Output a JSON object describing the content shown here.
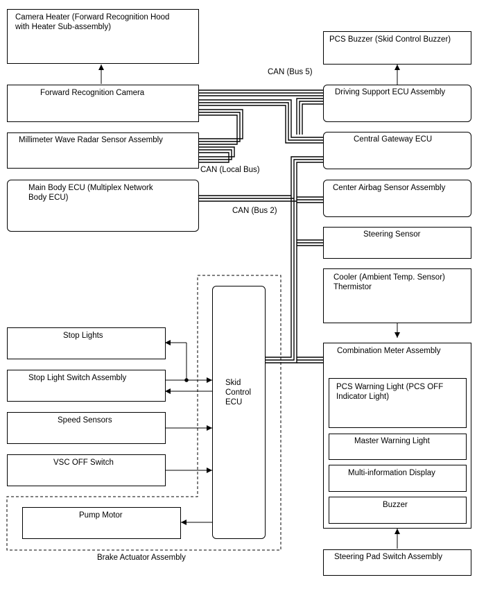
{
  "boxes": {
    "camera_heater": "Camera Heater (Forward Recognition Hood\nwith Heater Sub-assembly)",
    "forward_camera": "Forward Recognition Camera",
    "mmw_radar": "Millimeter Wave Radar Sensor Assembly",
    "main_body_ecu": "Main Body ECU (Multiplex Network\nBody ECU)",
    "pcs_buzzer": "PCS Buzzer (Skid Control Buzzer)",
    "driving_support_ecu": "Driving Support ECU Assembly",
    "central_gateway": "Central Gateway ECU",
    "center_airbag": "Center Airbag Sensor Assembly",
    "steering_sensor": "Steering Sensor",
    "cooler_thermistor": "Cooler (Ambient Temp. Sensor)\nThermistor",
    "combination_meter": "Combination Meter Assembly",
    "pcs_warning_light": "PCS Warning Light (PCS OFF\nIndicator Light)",
    "master_warning_light": "Master Warning Light",
    "multi_info_display": "Multi-information Display",
    "buzzer": "Buzzer",
    "steering_pad_switch": "Steering Pad Switch Assembly",
    "stop_lights": "Stop Lights",
    "stop_light_switch": "Stop Light Switch Assembly",
    "speed_sensors": "Speed Sensors",
    "vsc_off_switch": "VSC OFF Switch",
    "pump_motor": "Pump Motor",
    "skid_control_ecu": "Skid\nControl\nECU"
  },
  "labels": {
    "can_bus5": "CAN (Bus 5)",
    "can_local": "CAN (Local Bus)",
    "can_bus2": "CAN (Bus 2)",
    "brake_actuator": "Brake Actuator Assembly"
  }
}
